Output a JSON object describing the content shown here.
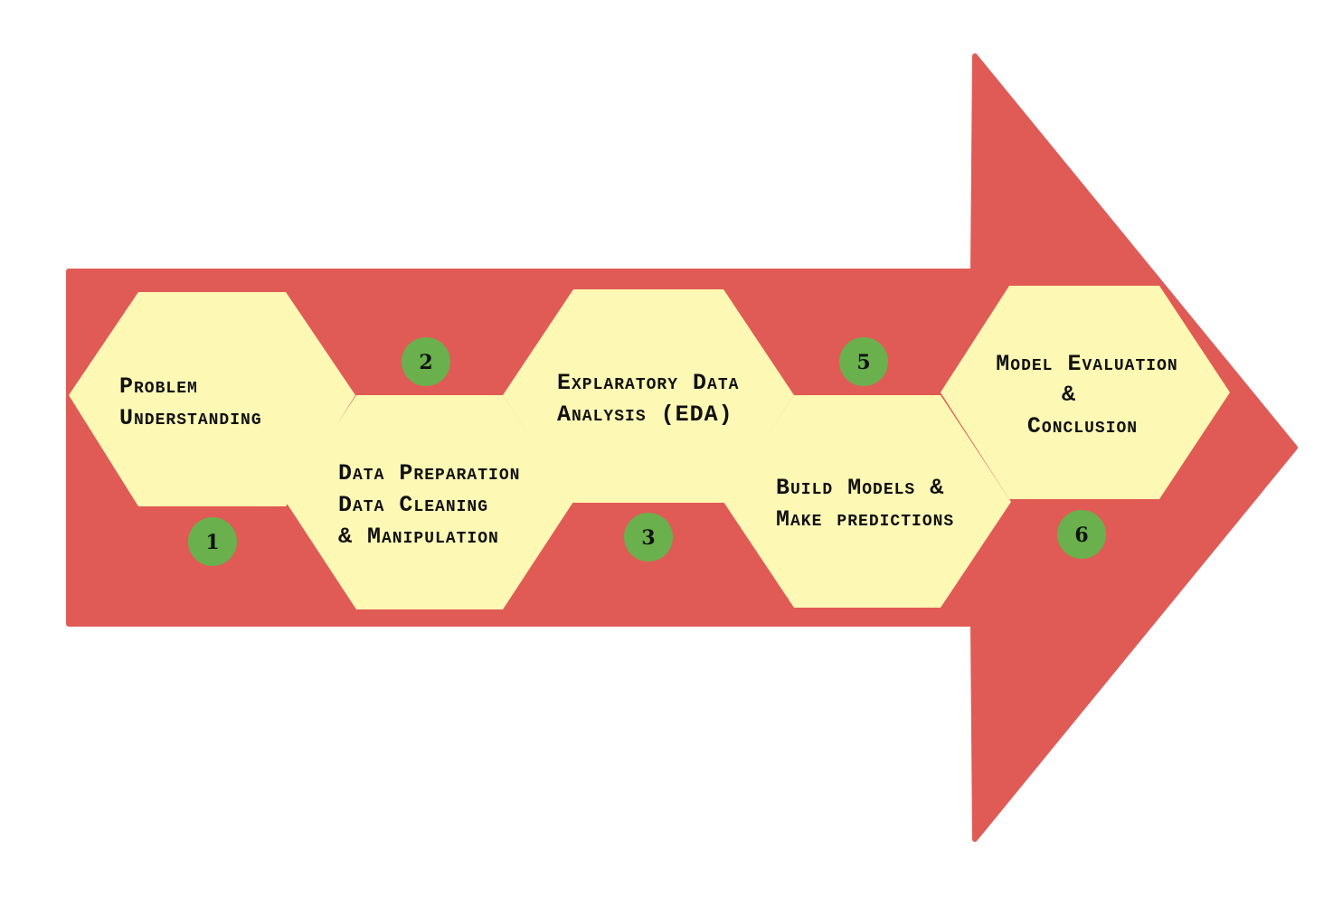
{
  "colors": {
    "arrow": "#e05b55",
    "hexagon": "#fdf8b4",
    "badge": "#6ab04c",
    "text": "#111111"
  },
  "steps": [
    {
      "number": "1",
      "lines": [
        "Problem",
        "Understanding"
      ]
    },
    {
      "number": "2",
      "lines": [
        "Data Preparation",
        "Data Cleaning",
        "& Manipulation"
      ]
    },
    {
      "number": "3",
      "lines": [
        "Explaratory Data",
        "Analysis (EDA)"
      ]
    },
    {
      "number": "5",
      "lines": [
        "Build Models &",
        "Make predictions"
      ]
    },
    {
      "number": "6",
      "lines": [
        "Model Evaluation",
        "&",
        "Conclusion"
      ]
    }
  ]
}
